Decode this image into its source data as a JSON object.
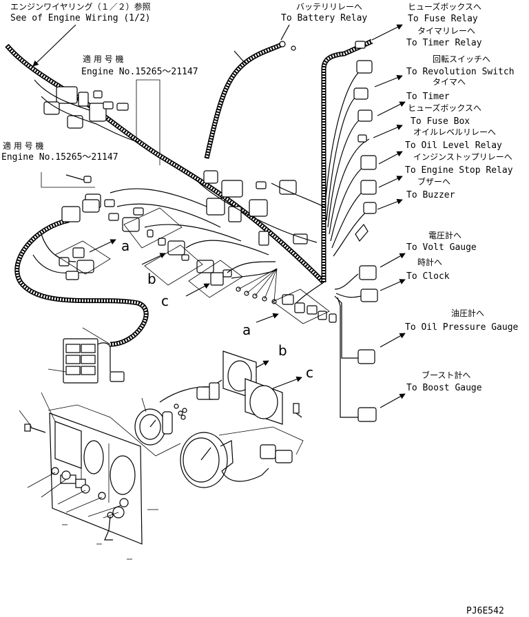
{
  "header": {
    "engine_wiring_jp": "エンジンワイヤリング（１／２）参照",
    "engine_wiring_en": "See of Engine Wiring (1/2)",
    "serial_top_jp": "適 用 号 機",
    "serial_top_en": "Engine No.15265～21147",
    "serial_left_jp": "適 用 号 機",
    "serial_left_en": "Engine No.15265～21147"
  },
  "destinations": {
    "battery_relay_jp": "バッテリリレーへ",
    "battery_relay_en": "To Battery Relay",
    "fuse_relay_jp": "ヒューズボックスへ",
    "fuse_relay_en": "To Fuse Relay",
    "timer_relay_jp": "タイマリレーへ",
    "timer_relay_en": "To Timer Relay",
    "revolution_switch_jp": "回転スイッチへ",
    "revolution_switch_en": "To Revolution Switch",
    "timer_jp": "タイマへ",
    "timer_en": "To Timer",
    "fuse_box_jp": "ヒューズボックスへ",
    "fuse_box_en": "To Fuse Box",
    "oil_level_relay_jp": "オイルレベルリレーへ",
    "oil_level_relay_en": "To Oil Level Relay",
    "engine_stop_relay_jp": "インジンストップリレーへ",
    "engine_stop_relay_en": "To Engine Stop Relay",
    "buzzer_jp": "ブザーへ",
    "buzzer_en": "To Buzzer",
    "volt_gauge_jp": "電圧計へ",
    "volt_gauge_en": "To Volt Gauge",
    "clock_jp": "時計へ",
    "clock_en": "To Clock",
    "oil_pressure_jp": "油圧計へ",
    "oil_pressure_en": "To Oil Pressure Gauge",
    "boost_jp": "ブースト計へ",
    "boost_en": "To Boost Gauge"
  },
  "callouts": {
    "a": "a",
    "b": "b",
    "c": "c"
  },
  "footer": {
    "drawing_code": "PJ6E542"
  }
}
